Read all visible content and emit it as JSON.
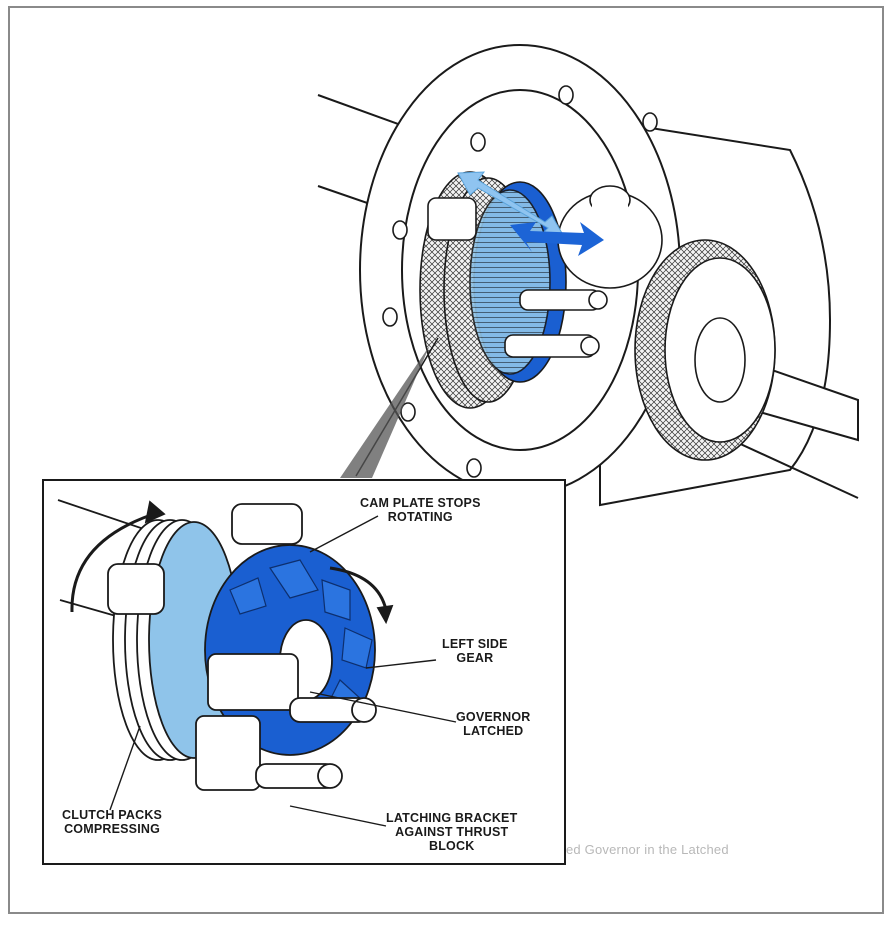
{
  "colors": {
    "frame": "#8a8a8a",
    "line": "#1a1a1a",
    "blue": "#1a5fd1",
    "light_blue": "#8fc4ea",
    "arrow_light": "#8fc4f0",
    "arrow_dark": "#1c64d6"
  },
  "callouts": [
    {
      "id": "cam-plate",
      "lines": [
        "CAM PLATE STOPS",
        "ROTATING"
      ]
    },
    {
      "id": "left-side-gear",
      "lines": [
        "LEFT SIDE",
        "GEAR"
      ]
    },
    {
      "id": "governor",
      "lines": [
        "GOVERNOR",
        "LATCHED"
      ]
    },
    {
      "id": "clutch-packs",
      "lines": [
        "CLUTCH PACKS",
        "COMPRESSING"
      ]
    },
    {
      "id": "latching-bracket",
      "lines": [
        "LATCHING BRACKET",
        "AGAINST THRUST",
        "BLOCK"
      ]
    }
  ],
  "background_text": "ed Governor in the Latched"
}
